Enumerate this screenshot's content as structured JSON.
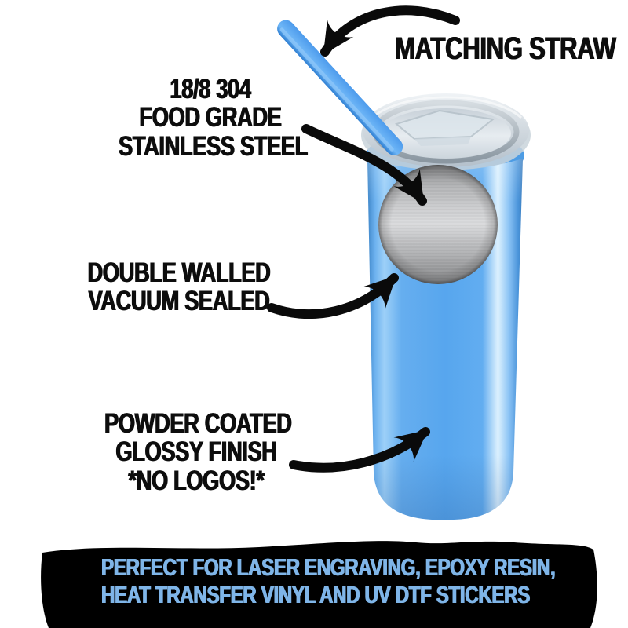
{
  "annotations": {
    "straw": {
      "label": "MATCHING STRAW"
    },
    "material": {
      "line1": "18/8 304",
      "line2": "FOOD GRADE",
      "line3": "STAINLESS STEEL"
    },
    "insulation": {
      "line1": "DOUBLE WALLED",
      "line2": "VACUUM SEALED"
    },
    "finish": {
      "line1": "POWDER COATED",
      "line2": "GLOSSY FINISH",
      "line3": "*NO LOGOS!*"
    }
  },
  "banner": {
    "line1": "PERFECT FOR LASER ENGRAVING, EPOXY RESIN,",
    "line2": "HEAT TRANSFER VINYL AND UV DTF STICKERS",
    "text_color": "#7FB5E8",
    "background_color": "#000000"
  },
  "product": {
    "colors": {
      "tumbler_body_blue": "#57A6EE",
      "straw_blue": "#4D9BEC",
      "engraving_circle_steel": "#C4C5C7",
      "annotation_text": "#0D0D0D",
      "arrow_black": "#0A0A0A"
    }
  }
}
